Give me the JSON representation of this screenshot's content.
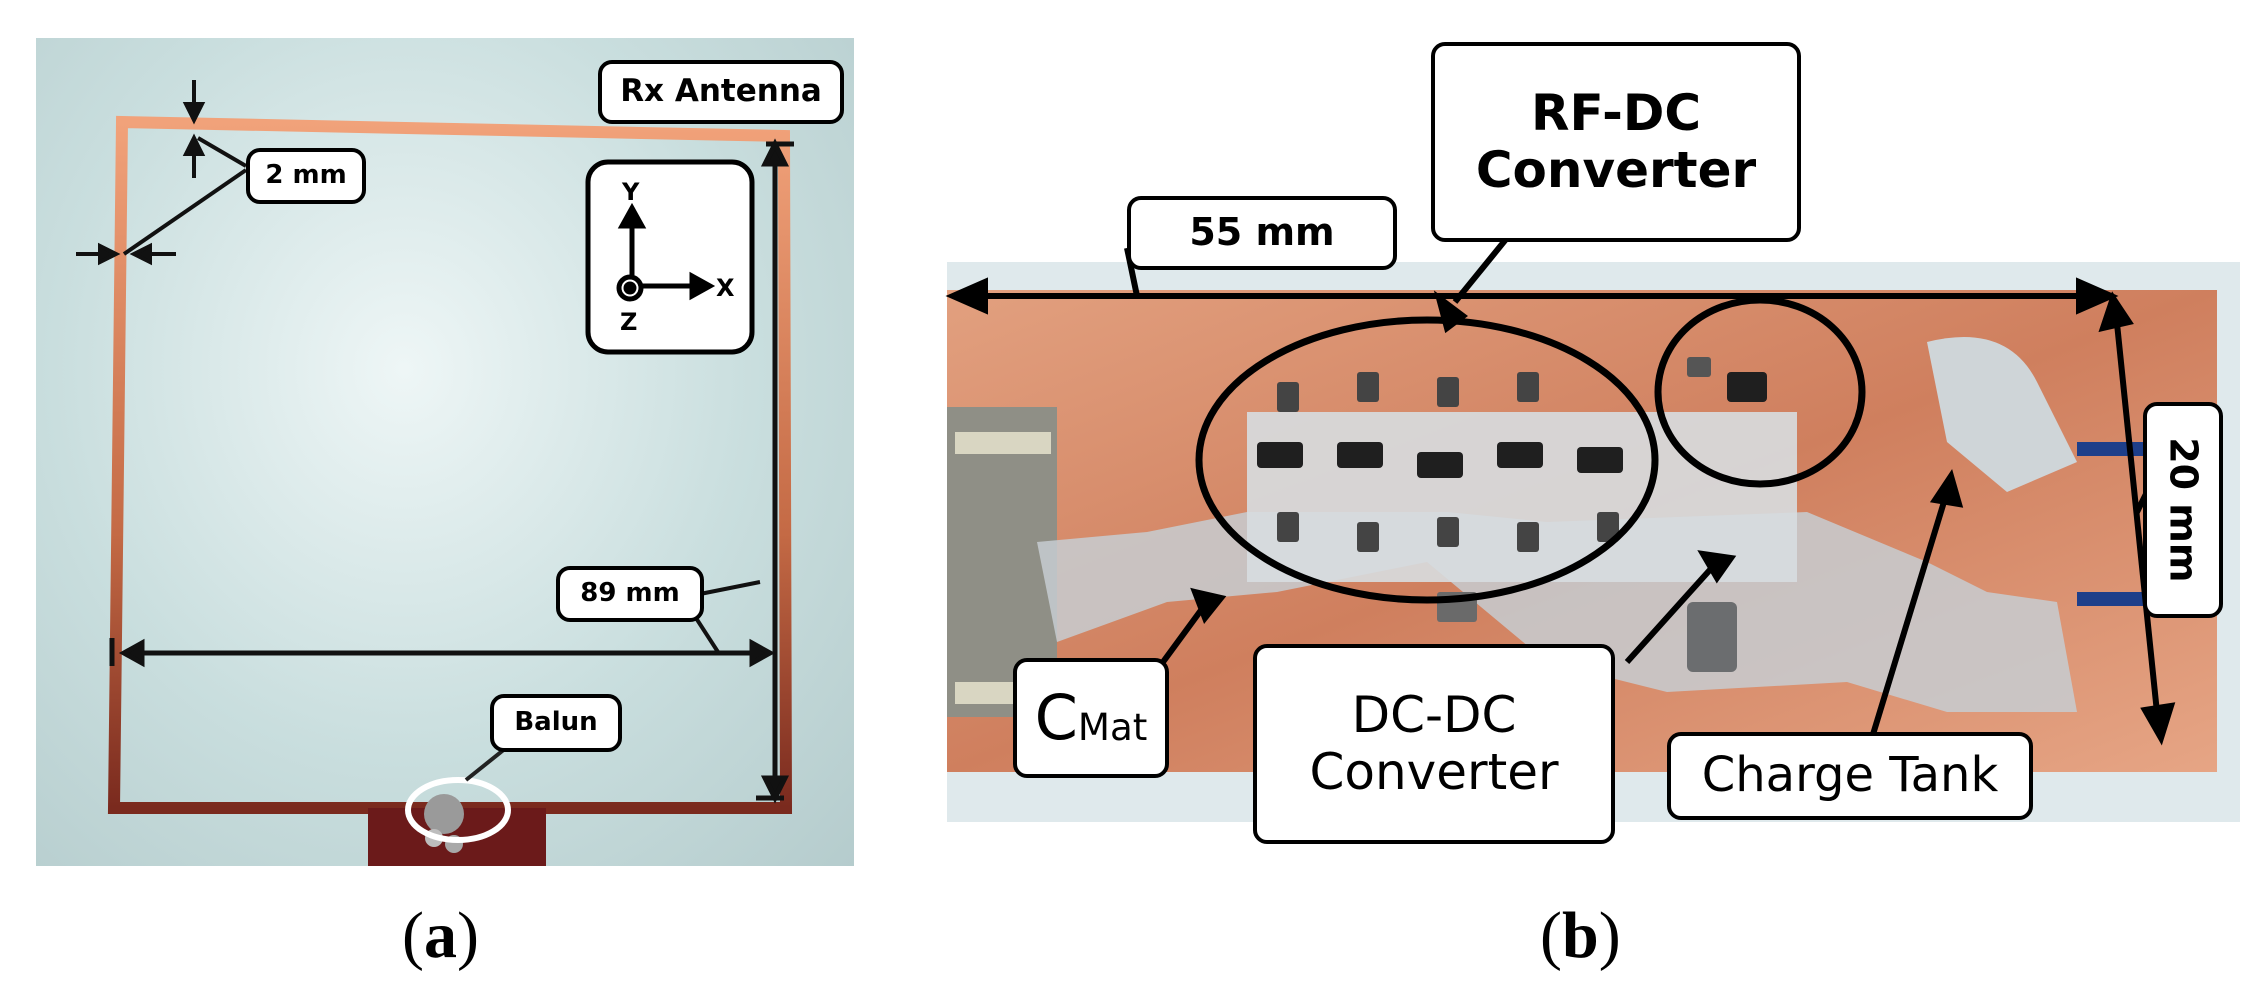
{
  "panel_a": {
    "title_label": "Rx Antenna",
    "trace_width_label": "2 mm",
    "size_label": "89 mm",
    "balun_label": "Balun",
    "axes": {
      "y": "Y",
      "x": "X",
      "z": "Z"
    },
    "caption_open": "(",
    "caption_letter": "a",
    "caption_close": ")"
  },
  "panel_b": {
    "length_label": "55 mm",
    "width_label": "20 mm",
    "rfdc_label_line1": "RF-DC",
    "rfdc_label_line2": "Converter",
    "cmat_label_main": "C",
    "cmat_label_sub": "Mat",
    "dcdc_label_line1": "DC-DC",
    "dcdc_label_line2": "Converter",
    "charge_tank_label": "Charge Tank",
    "caption_open": "(",
    "caption_letter": "b",
    "caption_close": ")"
  },
  "colors": {
    "background": "#ffffff",
    "copper": "#c9795a",
    "trace": "#d98a5c",
    "annotation": "#000000"
  }
}
